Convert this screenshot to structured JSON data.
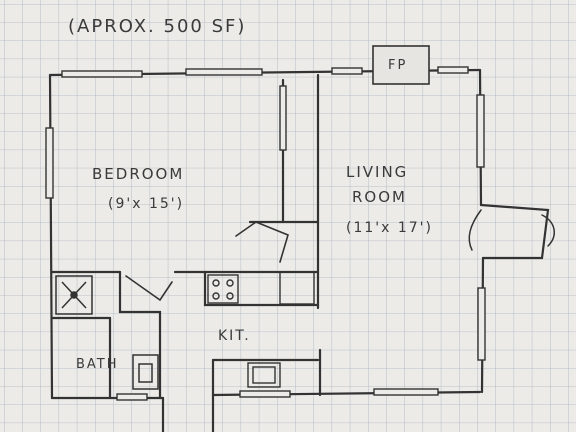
{
  "title": "(APROX. 500 SF)",
  "rooms": {
    "bedroom": {
      "name": "BEDROOM",
      "size": "(9'x 15')"
    },
    "living": {
      "name_line1": "LIVING",
      "name_line2": "ROOM",
      "size": "(11'x 17')"
    },
    "kitchen": {
      "name": "KIT."
    },
    "bath": {
      "name": "BATH"
    }
  },
  "fireplace": {
    "label": "FP"
  },
  "colors": {
    "paper": "#ecebe8",
    "grid": "#a9b2bd",
    "ink": "#333333"
  }
}
